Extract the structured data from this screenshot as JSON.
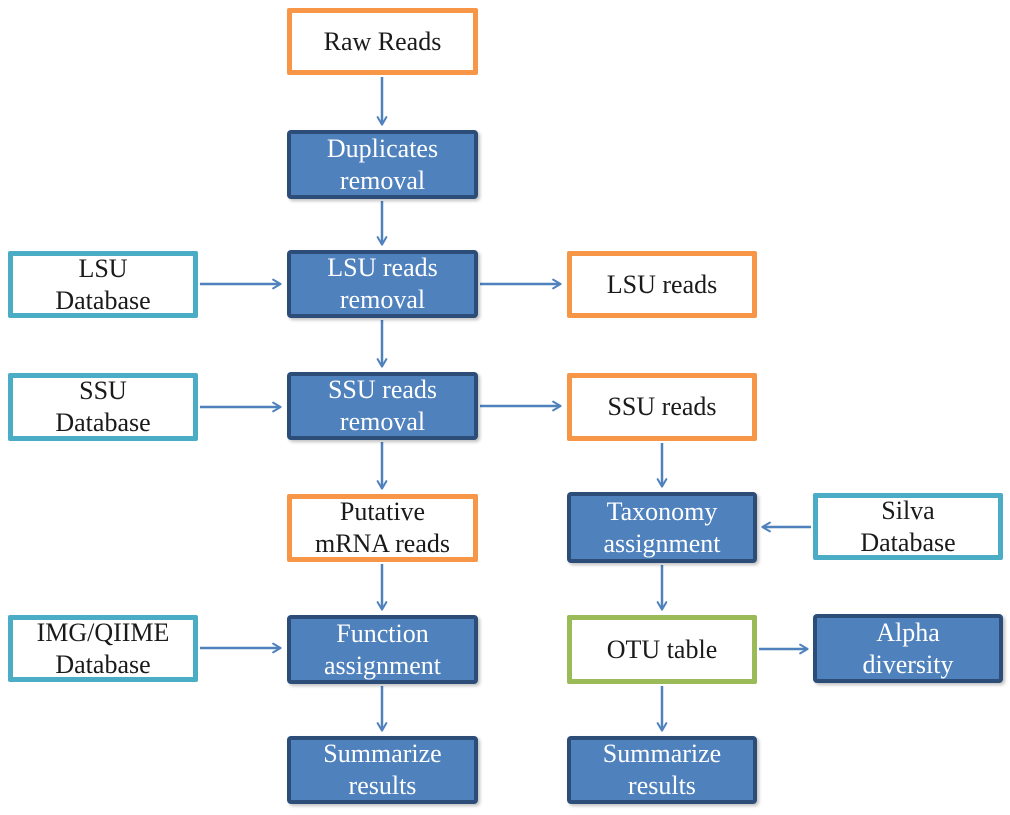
{
  "diagram": {
    "type": "flowchart",
    "description": "Metatranscriptomic sequencing reads processing pipeline",
    "colors": {
      "process_fill": "#4F81BD",
      "process_border": "#2B4D77",
      "process_text": "#FFFFFF",
      "database_border": "#4BACC6",
      "reads_output_border": "#F79646",
      "otu_table_border": "#9BBB59",
      "io_text": "#1A1A1A",
      "arrow": "#4F81BD",
      "background": "#FFFFFF"
    },
    "nodes": {
      "raw_reads": {
        "label": "Raw Reads",
        "kind": "input"
      },
      "duplicates_removal": {
        "label": "Duplicates\nremoval",
        "kind": "process"
      },
      "lsu_database": {
        "label": "LSU\nDatabase",
        "kind": "database"
      },
      "lsu_reads_removal": {
        "label": "LSU reads\nremoval",
        "kind": "process"
      },
      "lsu_reads": {
        "label": "LSU reads",
        "kind": "output"
      },
      "ssu_database": {
        "label": "SSU\nDatabase",
        "kind": "database"
      },
      "ssu_reads_removal": {
        "label": "SSU reads\nremoval",
        "kind": "process"
      },
      "ssu_reads": {
        "label": "SSU reads",
        "kind": "output"
      },
      "putative_mrna_reads": {
        "label": "Putative\nmRNA reads",
        "kind": "output"
      },
      "taxonomy_assignment": {
        "label": "Taxonomy\nassignment",
        "kind": "process"
      },
      "silva_database": {
        "label": "Silva\nDatabase",
        "kind": "database"
      },
      "img_qiime_database": {
        "label": "IMG/QIIME\nDatabase",
        "kind": "database"
      },
      "function_assignment": {
        "label": "Function\nassignment",
        "kind": "process"
      },
      "otu_table": {
        "label": "OTU table",
        "kind": "table"
      },
      "alpha_diversity": {
        "label": "Alpha\ndiversity",
        "kind": "process"
      },
      "summarize_results_left": {
        "label": "Summarize\nresults",
        "kind": "process"
      },
      "summarize_results_right": {
        "label": "Summarize\nresults",
        "kind": "process"
      }
    },
    "edges": [
      {
        "from": "raw_reads",
        "to": "duplicates_removal"
      },
      {
        "from": "duplicates_removal",
        "to": "lsu_reads_removal"
      },
      {
        "from": "lsu_database",
        "to": "lsu_reads_removal"
      },
      {
        "from": "lsu_reads_removal",
        "to": "lsu_reads"
      },
      {
        "from": "lsu_reads_removal",
        "to": "ssu_reads_removal"
      },
      {
        "from": "ssu_database",
        "to": "ssu_reads_removal"
      },
      {
        "from": "ssu_reads_removal",
        "to": "ssu_reads"
      },
      {
        "from": "ssu_reads_removal",
        "to": "putative_mrna_reads"
      },
      {
        "from": "ssu_reads",
        "to": "taxonomy_assignment"
      },
      {
        "from": "putative_mrna_reads",
        "to": "function_assignment"
      },
      {
        "from": "silva_database",
        "to": "taxonomy_assignment"
      },
      {
        "from": "taxonomy_assignment",
        "to": "otu_table"
      },
      {
        "from": "img_qiime_database",
        "to": "function_assignment"
      },
      {
        "from": "otu_table",
        "to": "alpha_diversity"
      },
      {
        "from": "function_assignment",
        "to": "summarize_results_left"
      },
      {
        "from": "otu_table",
        "to": "summarize_results_right"
      }
    ]
  }
}
